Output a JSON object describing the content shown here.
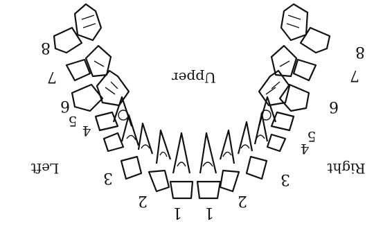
{
  "labels": {
    "upper": "Upper",
    "left": "Left",
    "right": "Right"
  },
  "tooth_numbers": {
    "left_side": [
      "8",
      "7",
      "6",
      "5",
      "4",
      "3",
      "2",
      "1"
    ],
    "right_side": [
      "1",
      "2",
      "3",
      "4",
      "5",
      "6",
      "7",
      "8"
    ]
  },
  "colors": {
    "ink": "#111111",
    "background": "#ffffff"
  }
}
